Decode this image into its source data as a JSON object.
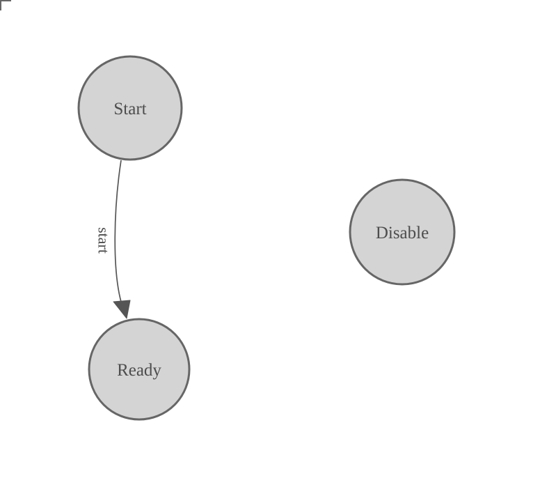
{
  "diagram": {
    "type": "state-machine-graph",
    "nodes": [
      {
        "id": "start",
        "label": "Start"
      },
      {
        "id": "ready",
        "label": "Ready"
      },
      {
        "id": "disable",
        "label": "Disable"
      }
    ],
    "edges": [
      {
        "from": "start",
        "to": "ready",
        "label": "start"
      }
    ],
    "colors": {
      "background": "#ffffff",
      "node_fill": "#d4d4d4",
      "node_stroke": "#666666",
      "edge_stroke": "#555555",
      "arrowhead_fill": "#555555",
      "label_text": "#4d4d4d",
      "corner_marker": "#666666"
    }
  }
}
